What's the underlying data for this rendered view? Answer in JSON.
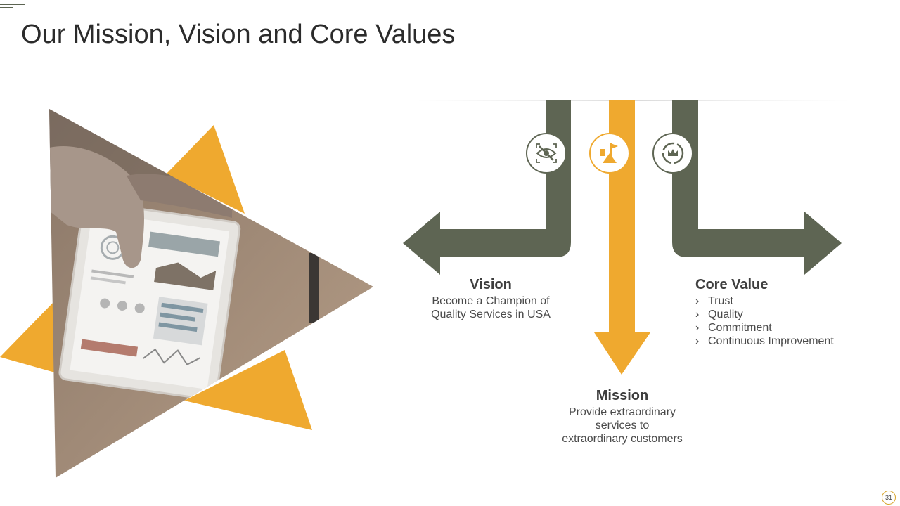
{
  "slide": {
    "title": "Our Mission, Vision and Core Values",
    "page_number": "31"
  },
  "vision": {
    "heading": "Vision",
    "text_line1": "Become a Champion of",
    "text_line2": "Quality Services in USA",
    "icon": "eye-slash-icon"
  },
  "mission": {
    "heading": "Mission",
    "text_line1": "Provide extraordinary",
    "text_line2": "services to",
    "text_line3": "extraordinary customers",
    "icon": "flag-target-icon"
  },
  "core_value": {
    "heading": "Core Value",
    "items": [
      "Trust",
      "Quality",
      "Commitment",
      "Continuous Improvement"
    ],
    "bullet": "›",
    "icon": "crown-badge-icon"
  },
  "colors": {
    "olive": "#5e6553",
    "gold": "#efa92f",
    "text": "#444444"
  }
}
